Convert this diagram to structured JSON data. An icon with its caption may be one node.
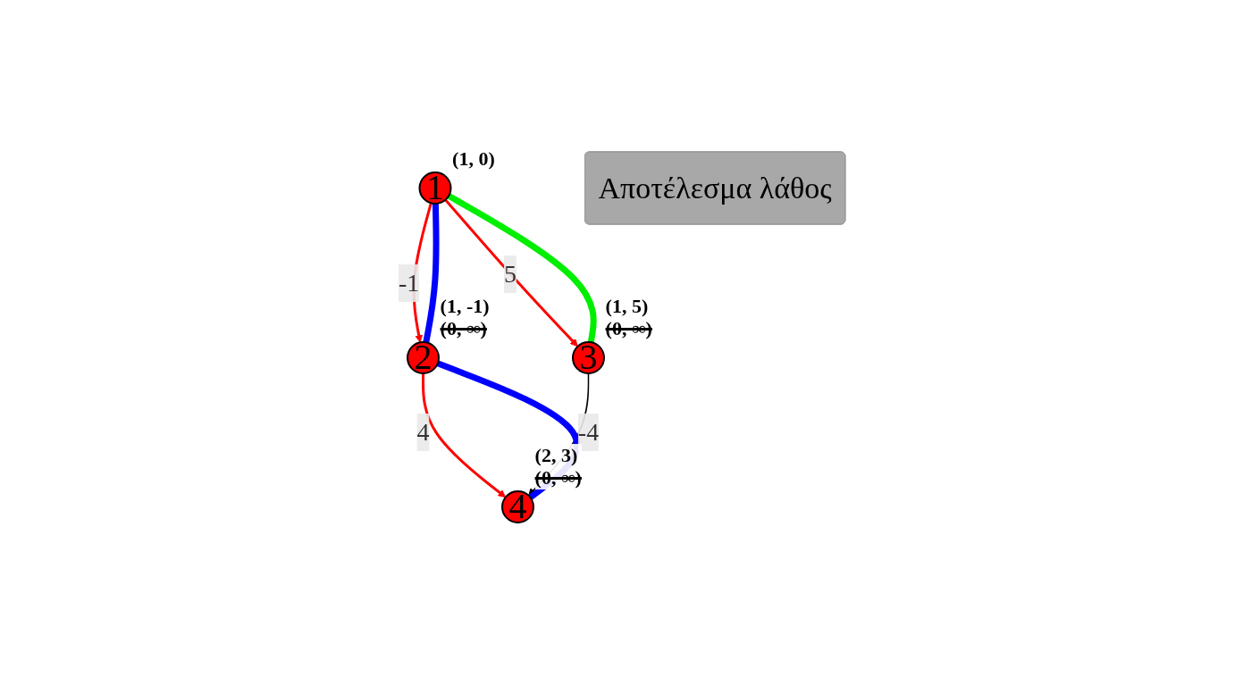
{
  "diagram": {
    "nodes": [
      {
        "text": [
          "1"
        ],
        "beside": [
          "(1, 0)"
        ]
      },
      {
        "text": [
          "2"
        ],
        "beside": [
          "(1, -1)",
          "(0, ∞)"
        ]
      },
      {
        "text": [
          "3"
        ],
        "beside": [
          "(1, 5)",
          "(0, ∞)"
        ]
      },
      {
        "text": [
          "4"
        ],
        "beside": [
          "(2, 3)",
          "(0, ∞)"
        ]
      },
      {
        "text": [
          "Αποτέλεσμα λάθος"
        ]
      }
    ],
    "edges": [
      {
        "from": 0,
        "to": 1,
        "arrow": "to",
        "label": "-1",
        "color": "#ff0000"
      },
      {
        "from": 0,
        "to": 2,
        "arrow": "to",
        "label": "5",
        "color": "#ff0000"
      },
      {
        "from": 1,
        "to": 3,
        "arrow": "to",
        "label": "4",
        "color": "#ff0000"
      },
      {
        "from": 2,
        "to": 3,
        "arrow": "to",
        "label": "-4",
        "color": "#000000"
      },
      {
        "from": 0,
        "to": 1,
        "arrow": "none",
        "style": "thick",
        "color": "#0000ff"
      },
      {
        "from": 1,
        "to": 3,
        "arrow": "none",
        "style": "thick",
        "color": "#0000ff"
      },
      {
        "from": 0,
        "to": 2,
        "arrow": "none",
        "style": "thick",
        "color": "#00ee00"
      }
    ]
  }
}
